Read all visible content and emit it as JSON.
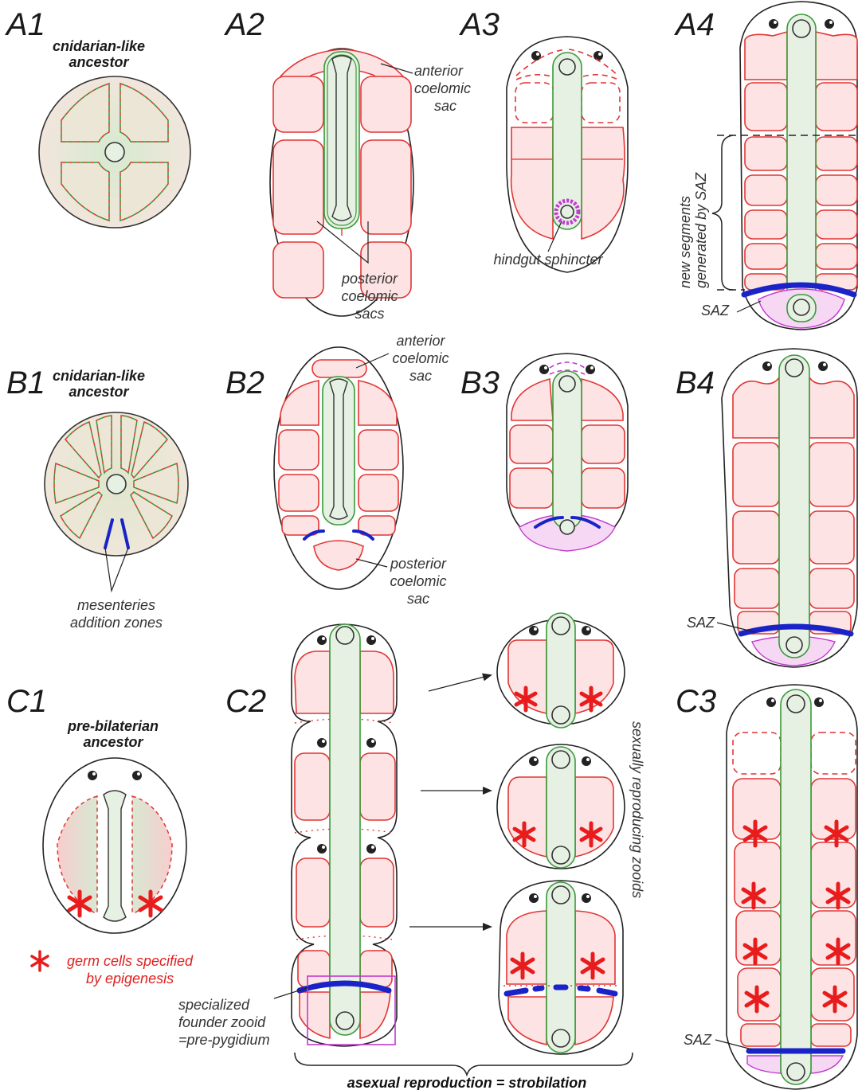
{
  "panels": {
    "A1": "A1",
    "A2": "A2",
    "A3": "A3",
    "A4": "A4",
    "B1": "B1",
    "B2": "B2",
    "B3": "B3",
    "B4": "B4",
    "C1": "C1",
    "C2": "C2",
    "C3": "C3"
  },
  "titles": {
    "A1_line1": "cnidarian-like",
    "A1_line2": "ancestor",
    "B1_line1": "cnidarian-like",
    "B1_line2": "ancestor",
    "C1_line1": "pre-bilaterian",
    "C1_line2": "ancestor"
  },
  "labels": {
    "anterior_sac_A2": [
      "anterior",
      "coelomic",
      "sac"
    ],
    "posterior_sacs_A2": [
      "posterior",
      "coelomic",
      "sacs"
    ],
    "hindgut_sphincter": "hindgut sphincter",
    "new_segments": [
      "new segments",
      "generated by SAZ"
    ],
    "saz": "SAZ",
    "anterior_sac_B2": [
      "anterior",
      "coelomic",
      "sac"
    ],
    "posterior_sac_B2": [
      "posterior",
      "coelomic",
      "sac"
    ],
    "mesenteries": [
      "mesenteries",
      "addition zones"
    ],
    "germ_cells": [
      "germ cells specified",
      "by epigenesis"
    ],
    "founder_zooid": [
      "specialized",
      "founder zooid",
      "=pre-pygidium"
    ],
    "sexual_zooids": "sexually reproducing zooids",
    "strobilation": "asexual reproduction = strobilation"
  },
  "colors": {
    "coelom": "#e23535",
    "coelom_fill": "#fde3e3",
    "gut": "#3a9a3a",
    "gut_fill": "#e6f0e3",
    "saz": "#1a23c8",
    "pygidium": "#c23ad0",
    "germ_cells": "#e81c1c"
  }
}
